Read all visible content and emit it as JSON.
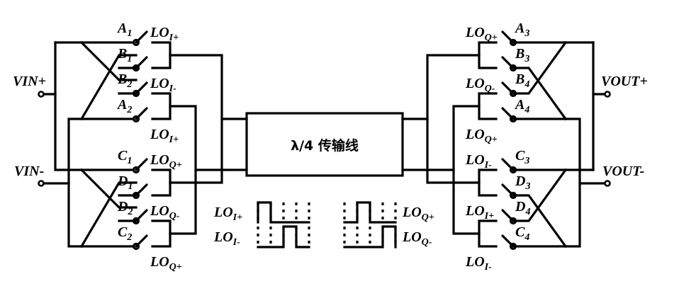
{
  "title": "Quadrature switching mixer with λ/4 transmission line",
  "ports": {
    "vin_plus": "VIN+",
    "vin_minus": "VIN-",
    "vout_plus": "VOUT+",
    "vout_minus": "VOUT-"
  },
  "center_block": {
    "label": "λ/4 传输线"
  },
  "switches_left": [
    {
      "name": "A",
      "sub": "1"
    },
    {
      "name": "B",
      "sub": "1"
    },
    {
      "name": "B",
      "sub": "2"
    },
    {
      "name": "A",
      "sub": "2"
    },
    {
      "name": "C",
      "sub": "1"
    },
    {
      "name": "D",
      "sub": "1"
    },
    {
      "name": "D",
      "sub": "2"
    },
    {
      "name": "C",
      "sub": "2"
    }
  ],
  "switches_right": [
    {
      "name": "A",
      "sub": "3"
    },
    {
      "name": "B",
      "sub": "3"
    },
    {
      "name": "B",
      "sub": "4"
    },
    {
      "name": "A",
      "sub": "4"
    },
    {
      "name": "C",
      "sub": "3"
    },
    {
      "name": "D",
      "sub": "3"
    },
    {
      "name": "D",
      "sub": "4"
    },
    {
      "name": "C",
      "sub": "4"
    }
  ],
  "lo_labels_left": [
    {
      "base": "LO",
      "sub": "I+"
    },
    {
      "base": "LO",
      "sub": "I-"
    },
    {
      "base": "LO",
      "sub": "I+"
    },
    {
      "base": "LO",
      "sub": "Q+"
    },
    {
      "base": "LO",
      "sub": "Q-"
    },
    {
      "base": "LO",
      "sub": "Q+"
    }
  ],
  "lo_labels_right": [
    {
      "base": "LO",
      "sub": "Q+"
    },
    {
      "base": "LO",
      "sub": "Q-"
    },
    {
      "base": "LO",
      "sub": "Q+"
    },
    {
      "base": "LO",
      "sub": "I-"
    },
    {
      "base": "LO",
      "sub": "I+"
    },
    {
      "base": "LO",
      "sub": "I-"
    }
  ],
  "waveforms": {
    "left": [
      {
        "base": "LO",
        "sub": "I+",
        "high_phase": 1
      },
      {
        "base": "LO",
        "sub": "I-",
        "high_phase": 3
      }
    ],
    "right": [
      {
        "base": "LO",
        "sub": "Q+",
        "high_phase": 2
      },
      {
        "base": "LO",
        "sub": "Q-",
        "high_phase": 4
      }
    ],
    "phases_per_period": 4
  }
}
